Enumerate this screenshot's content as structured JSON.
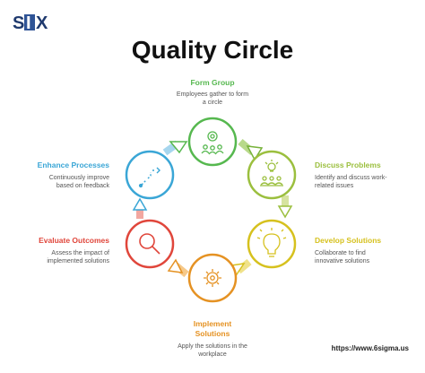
{
  "logo": {
    "text": "SIX",
    "colors": {
      "box": "#2f5496",
      "letters": "#1f3a6e"
    }
  },
  "title": "Quality Circle",
  "steps": [
    {
      "id": "form-group",
      "title": "Form Group",
      "description": [
        "Employees gather to form",
        "a circle"
      ],
      "color": "#56b84f",
      "icon": "team-gear-icon"
    },
    {
      "id": "discuss-problems",
      "title": "Discuss Problems",
      "description": [
        "Identify and discuss work-",
        "related issues"
      ],
      "color": "#9bbf3e",
      "icon": "lightbulb-team-icon"
    },
    {
      "id": "develop-solutions",
      "title": "Develop Solutions",
      "description": [
        "Collaborate to find",
        "innovative solutions"
      ],
      "color": "#d6c11e",
      "icon": "lightbulb-icon"
    },
    {
      "id": "implement-solutions",
      "title": "Implement Solutions",
      "description": [
        "Apply the solutions in the",
        "workplace"
      ],
      "color": "#e59223",
      "icon": "gear-icon"
    },
    {
      "id": "evaluate-outcomes",
      "title": "Evaluate Outcomes",
      "description": [
        "Assess the impact of",
        "implemented solutions"
      ],
      "color": "#e0463b",
      "icon": "magnifier-icon"
    },
    {
      "id": "enhance-processes",
      "title": "Enhance Processes",
      "description": [
        "Continuously improve",
        "based on feedback"
      ],
      "color": "#3aa6d6",
      "icon": "path-arrow-icon"
    }
  ],
  "implement_title_lines": [
    "Implement",
    "Solutions"
  ],
  "footer": {
    "url": "https://www.6sigma.us"
  }
}
